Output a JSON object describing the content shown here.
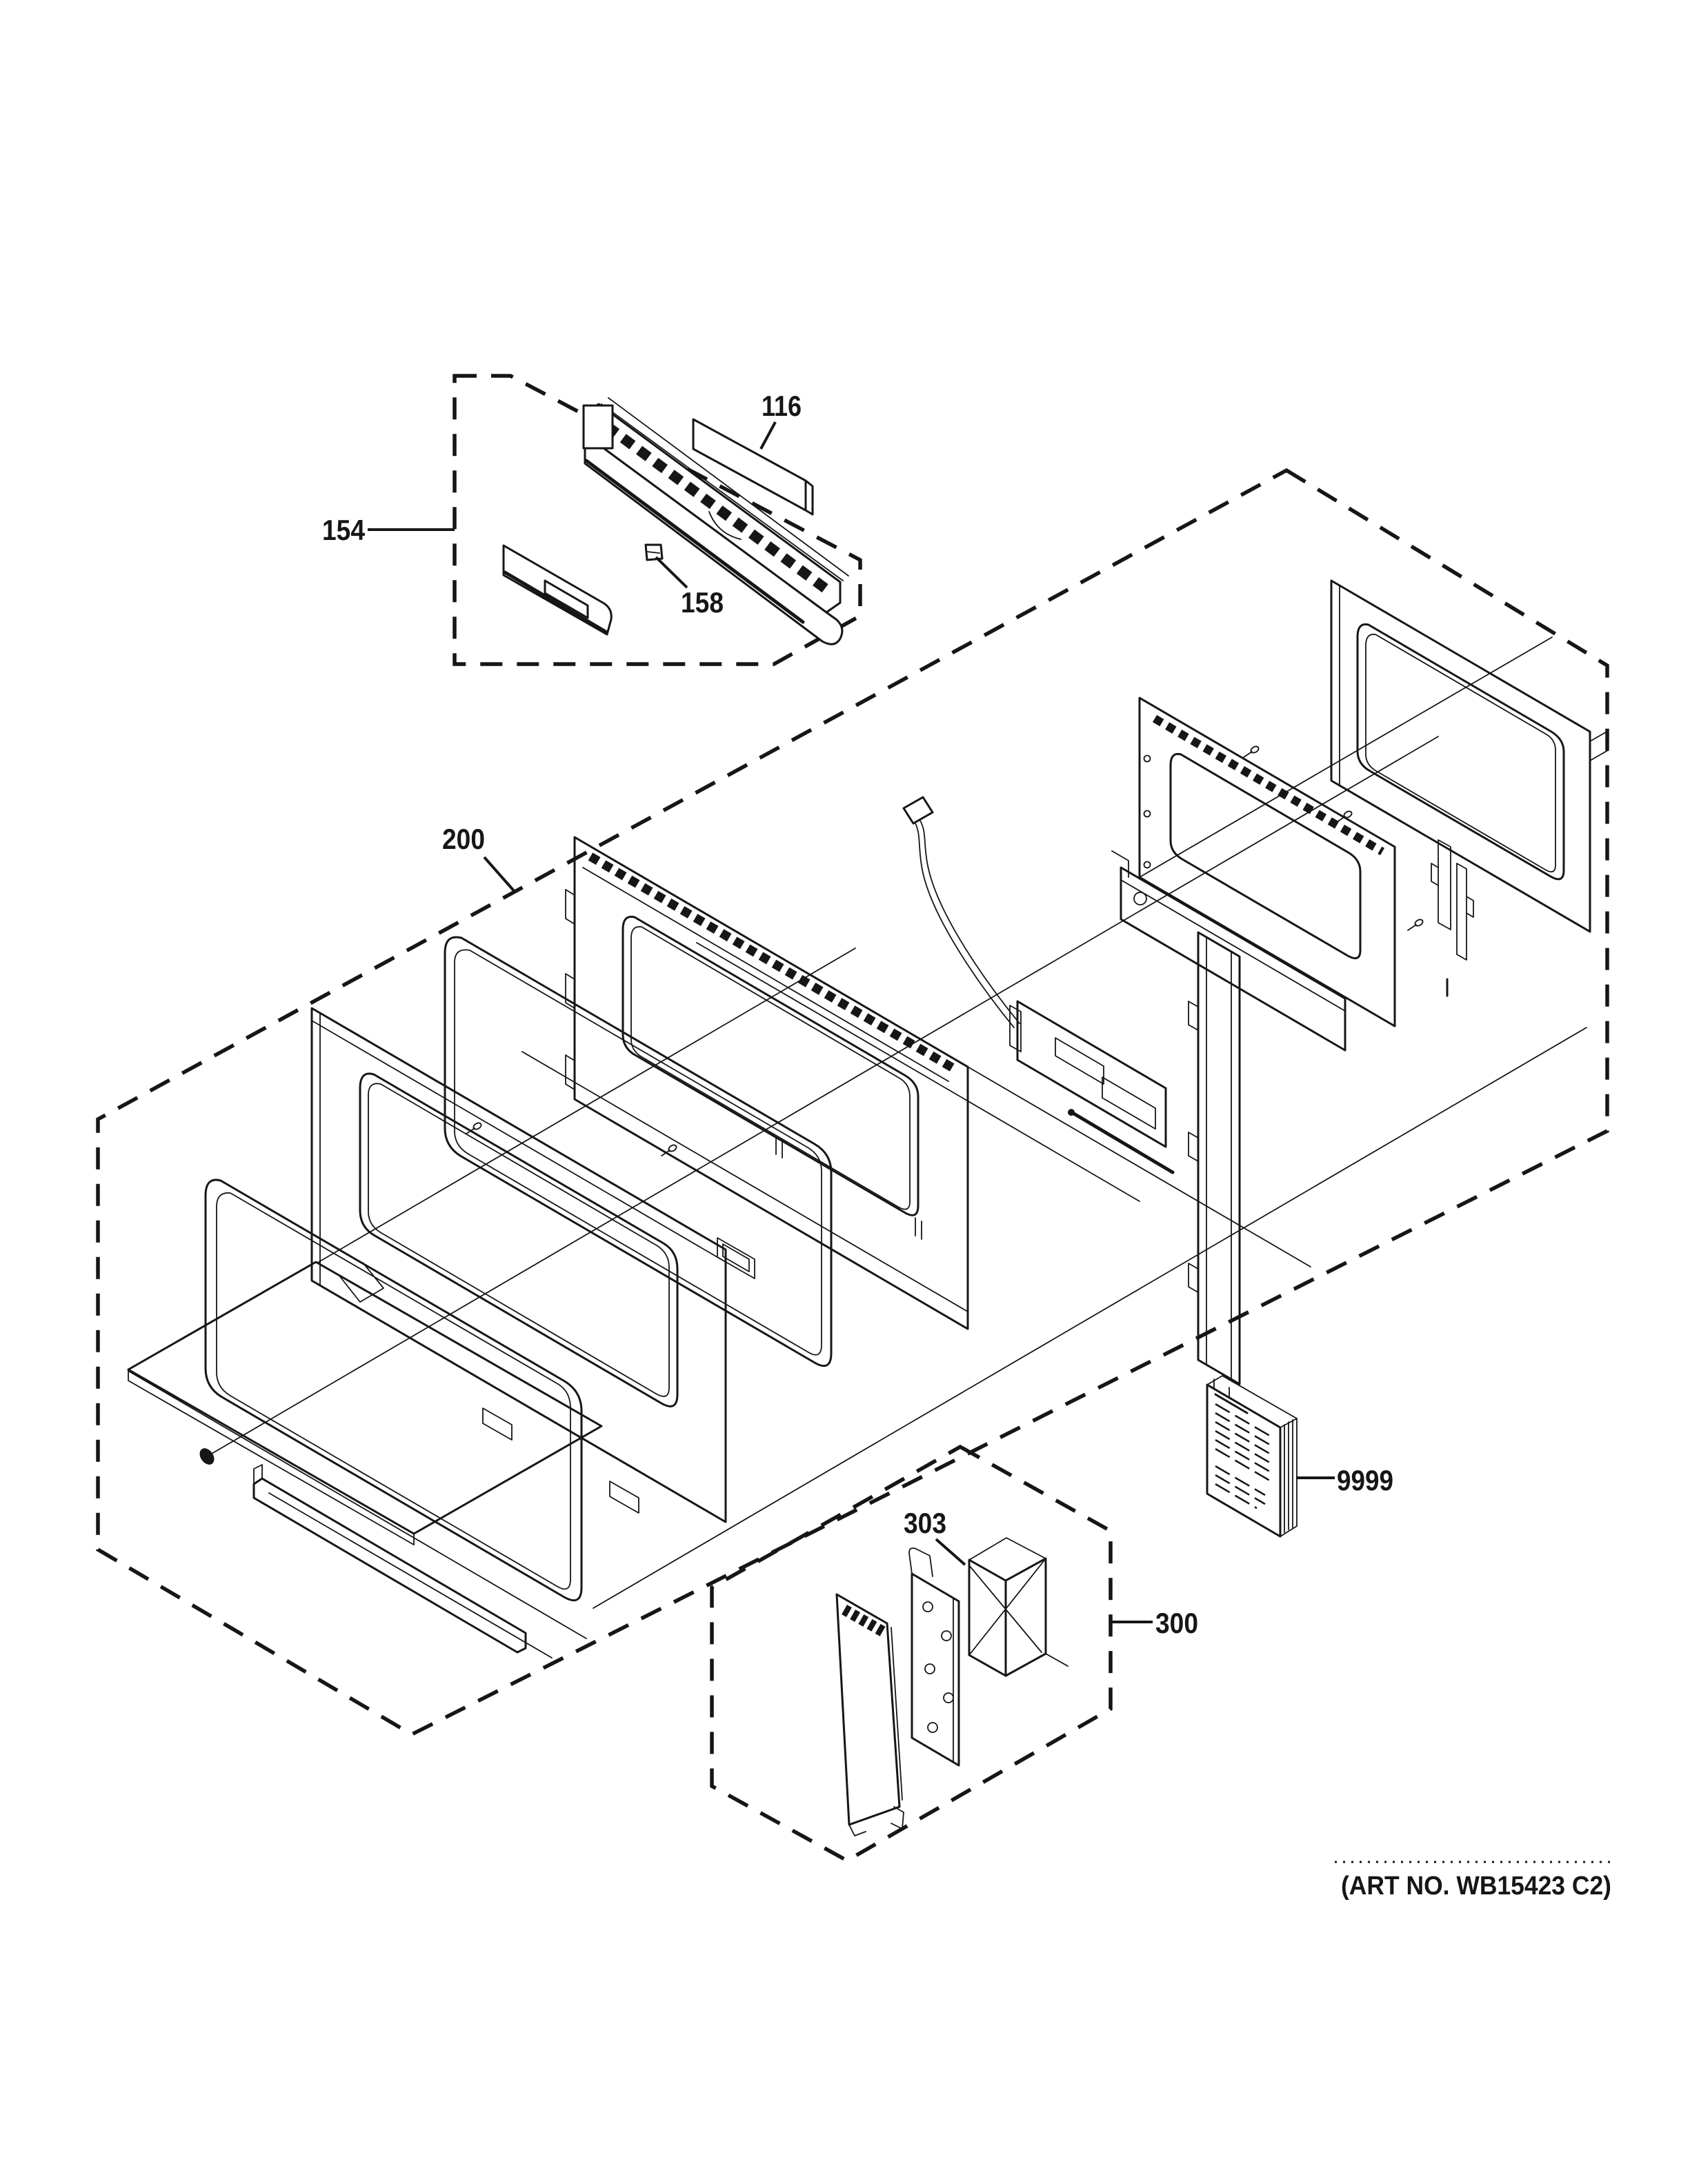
{
  "page": {
    "background": "#ffffff",
    "line_color": "#161616"
  },
  "callouts": {
    "control_panel_region": "154",
    "grille_filler_panel": "116",
    "grille_clip": "158",
    "door_assembly_region": "200",
    "duct_bracket": "303",
    "latch_board_region": "300",
    "mini_manual": "9999"
  },
  "footer": {
    "art_no": "(ART NO. WB15423 C2)"
  }
}
